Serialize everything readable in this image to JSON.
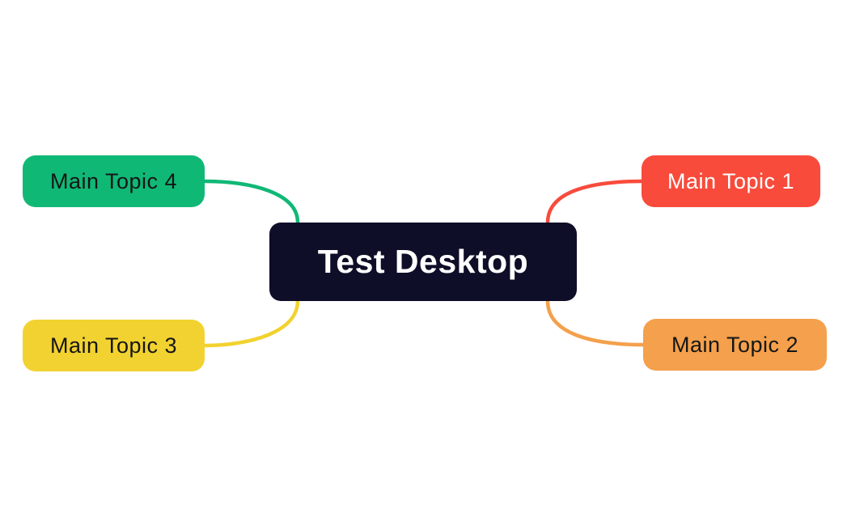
{
  "canvas": {
    "background": "#ffffff"
  },
  "map": {
    "root": {
      "id": "root",
      "label": "Test Desktop",
      "fill": "#0e0e28",
      "text_color": "#ffffff"
    },
    "topics": [
      {
        "id": "topic-1",
        "label": "Main Topic 1",
        "fill": "#f84b3c",
        "text_color": "#ffffff",
        "position": "top-right"
      },
      {
        "id": "topic-2",
        "label": "Main Topic 2",
        "fill": "#f4a04c",
        "text_color": "#161616",
        "position": "bottom-right"
      },
      {
        "id": "topic-3",
        "label": "Main Topic 3",
        "fill": "#f2d230",
        "text_color": "#161616",
        "position": "bottom-left"
      },
      {
        "id": "topic-4",
        "label": "Main Topic 4",
        "fill": "#10b876",
        "text_color": "#161616",
        "position": "top-left"
      }
    ],
    "connectors": [
      {
        "from": "root",
        "to": "topic-1",
        "color": "#f84b3c"
      },
      {
        "from": "root",
        "to": "topic-2",
        "color": "#f4a04c"
      },
      {
        "from": "root",
        "to": "topic-3",
        "color": "#f2d230"
      },
      {
        "from": "root",
        "to": "topic-4",
        "color": "#10b876"
      }
    ]
  }
}
